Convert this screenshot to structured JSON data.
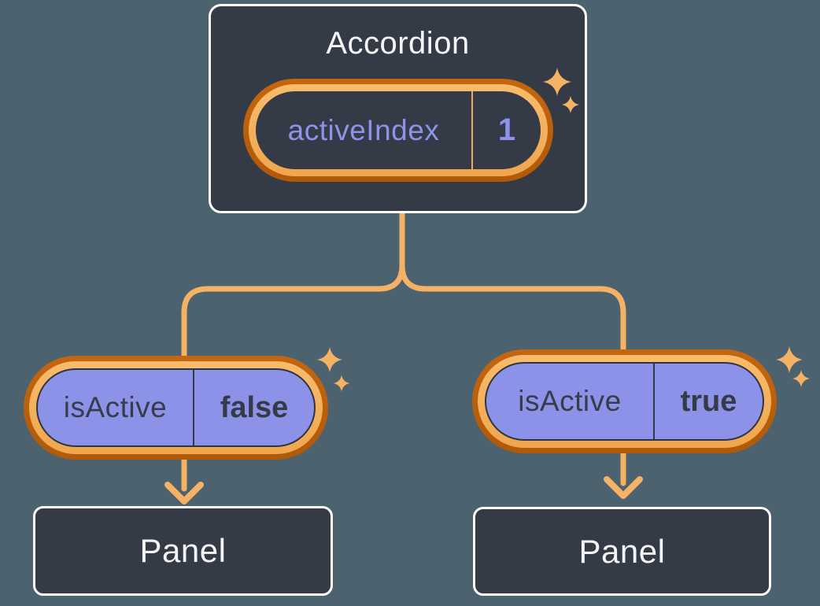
{
  "diagram": {
    "background_color": "#4C636F",
    "colors": {
      "node_fill": "#343A46",
      "node_border": "#FFFFFF",
      "orange_dark": "#BC6210",
      "orange_light": "#F5B264",
      "purple_fill": "#8D92E9",
      "purple_text": "#8C93E9",
      "dark_text": "#363D49",
      "light_text": "#F4F5F7"
    },
    "accordion": {
      "label": "Accordion",
      "state": {
        "name": "activeIndex",
        "value": "1"
      }
    },
    "props": [
      {
        "name": "isActive",
        "value": "false"
      },
      {
        "name": "isActive",
        "value": "true"
      }
    ],
    "panels": [
      {
        "label": "Panel"
      },
      {
        "label": "Panel"
      }
    ],
    "icons": {
      "sparkle": "sparkle-icon"
    }
  }
}
